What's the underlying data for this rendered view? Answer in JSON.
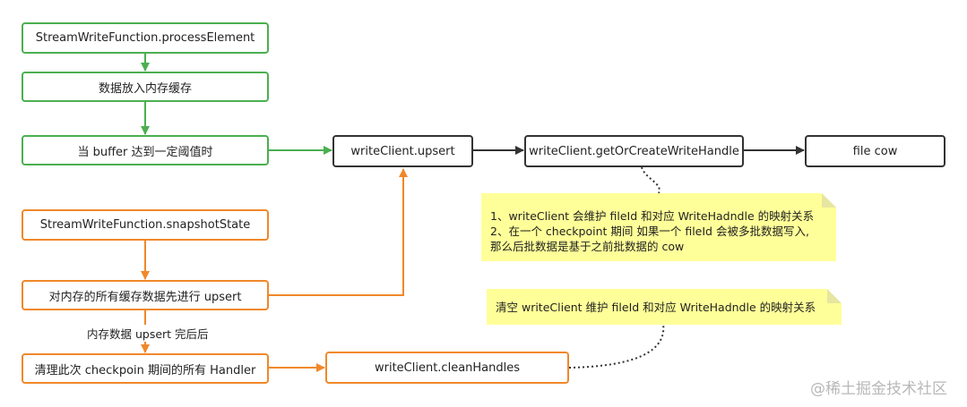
{
  "nodes": {
    "process_element": "StreamWriteFunction.processElement",
    "buffer_put": "数据放入内存缓存",
    "buffer_threshold": "当 buffer 达到一定阈值时",
    "snapshot_state": "StreamWriteFunction.snapshotState",
    "upsert_all": "对内存的所有缓存数据先进行 upsert",
    "clean_handlers": "清理此次 checkpoin 期间的所有 Handler",
    "write_client_upsert": "writeClient.upsert",
    "get_or_create_handle": "writeClient.getOrCreateWriteHandle",
    "file_cow": "file cow",
    "clean_handles": "writeClient.cleanHandles"
  },
  "edge_labels": {
    "after_upsert": "内存数据 upsert 完后后"
  },
  "notes": {
    "handle_note": [
      "1、writeClient 会维护 fileId 和对应 WriteHadndle 的映射关系",
      "2、在一个 checkpoint 期间 如果一个 fileId 会被多批数据写入,",
      "那么后批数据是基于之前批数据的 cow"
    ],
    "clean_note": "清空 writeClient 维护 fileId 和对应 WriteHadndle 的映射关系"
  },
  "watermark": "@稀土掘金技术社区",
  "colors": {
    "green": "#4caf50",
    "orange": "#f0882a",
    "black": "#333333",
    "note": "#ffff99"
  }
}
